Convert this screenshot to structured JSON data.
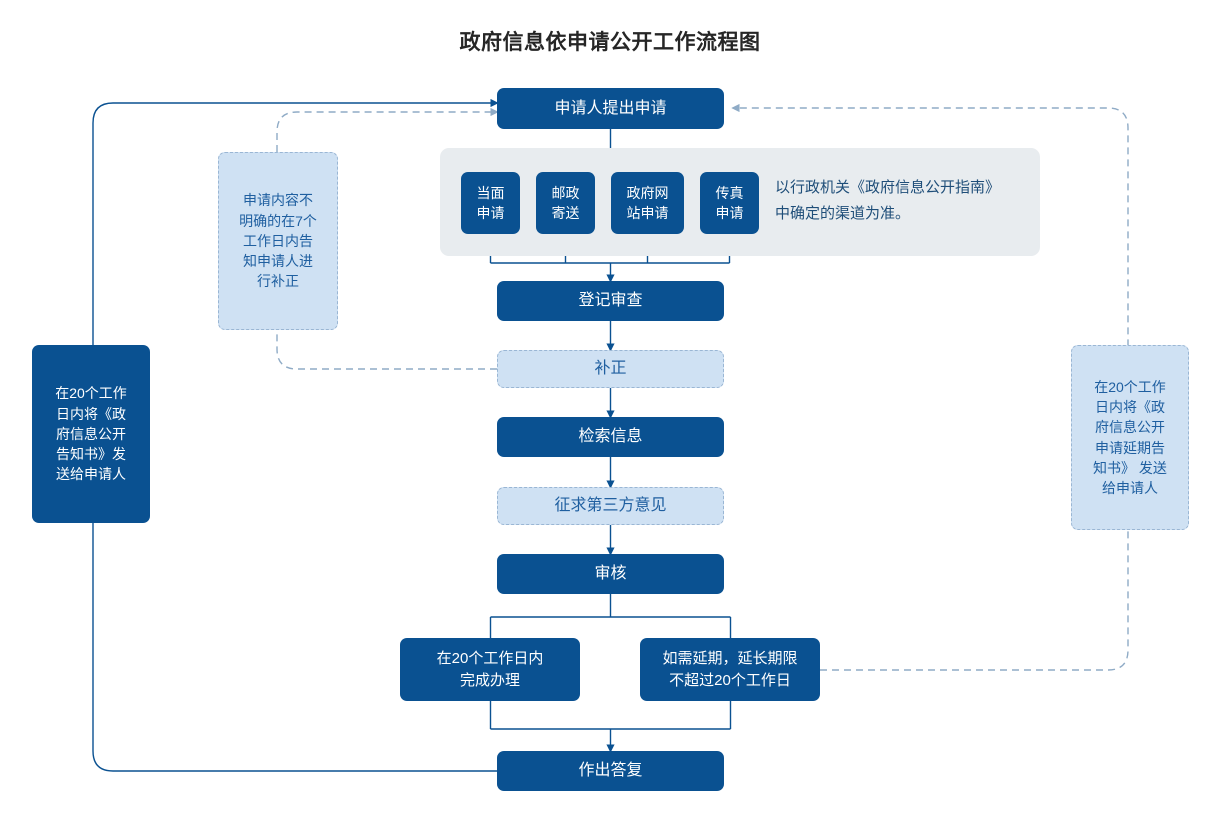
{
  "title": "政府信息依申请公开工作流程图",
  "colors": {
    "dark_box": "#0a5191",
    "light_box": "#cfe1f3",
    "light_box_text": "#1f5fa0",
    "panel_bg": "#e8ecef",
    "note_text": "#1f4e79",
    "connector_solid": "#0a5191",
    "connector_dashed": "#8fabc6",
    "title_text": "#262626"
  },
  "nodes": {
    "apply": "申请人提出申请",
    "register": "登记审查",
    "correct": "补正",
    "retrieve": "检索信息",
    "third_party": "征求第三方意见",
    "review": "审核",
    "finish_20": "在20个工作日内\n完成办理",
    "extend": "如需延期，延长期限\n不超过20个工作日",
    "reply": "作出答复"
  },
  "channels": {
    "items": [
      {
        "label": "当面\n申请"
      },
      {
        "label": "邮政\n寄送"
      },
      {
        "label": "政府网\n站申请"
      },
      {
        "label": "传真\n申请"
      }
    ],
    "note": "以行政机关《政府信息公开指南》\n中确定的渠道为准。"
  },
  "annotations": {
    "correction_note": "申请内容不\n明确的在7个\n工作日内告\n知申请人进\n行补正",
    "notice_20_days": "在20个工作\n日内将《政\n府信息公开\n告知书》发\n送给申请人",
    "delay_notice_20_days": "在20个工作\n日内将《政\n府信息公开\n申请延期告\n知书》 发送\n给申请人"
  }
}
